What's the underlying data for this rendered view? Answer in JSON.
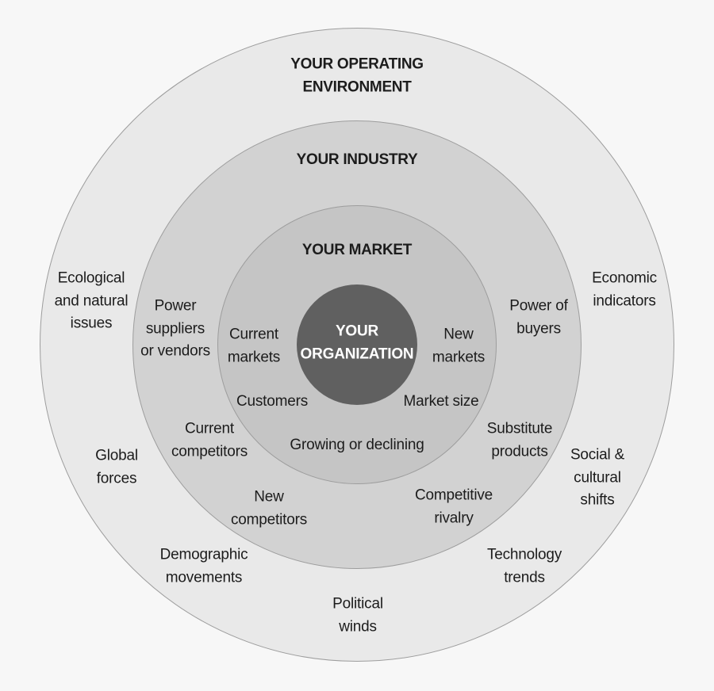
{
  "diagram": {
    "rings": {
      "operating_environment": {
        "title": [
          "YOUR OPERATING",
          "ENVIRONMENT"
        ],
        "color": "#e9e9e9"
      },
      "industry": {
        "title": [
          "YOUR INDUSTRY"
        ],
        "color": "#d2d2d2"
      },
      "market": {
        "title": [
          "YOUR MARKET"
        ],
        "color": "#c5c5c5"
      },
      "organization": {
        "title": [
          "YOUR",
          "ORGANIZATION"
        ],
        "color": "#606060"
      }
    },
    "labels": {
      "ecological_natural_issues": [
        "Ecological",
        "and natural",
        "issues"
      ],
      "power_suppliers_vendors": [
        "Power",
        "suppliers",
        "or vendors"
      ],
      "current_markets": [
        "Current",
        "markets"
      ],
      "customers": [
        "Customers"
      ],
      "new_markets": [
        "New",
        "markets"
      ],
      "market_size": [
        "Market size"
      ],
      "power_of_buyers": [
        "Power of",
        "buyers"
      ],
      "economic_indicators": [
        "Economic",
        "indicators"
      ],
      "growing_or_declining": [
        "Growing or declining"
      ],
      "current_competitors": [
        "Current",
        "competitors"
      ],
      "substitute_products": [
        "Substitute",
        "products"
      ],
      "global_forces": [
        "Global",
        "forces"
      ],
      "social_cultural_shifts": [
        "Social &",
        "cultural",
        "shifts"
      ],
      "new_competitors": [
        "New",
        "competitors"
      ],
      "competitive_rivalry": [
        "Competitive",
        "rivalry"
      ],
      "demographic_movements": [
        "Demographic",
        "movements"
      ],
      "technology_trends": [
        "Technology",
        "trends"
      ],
      "political_winds": [
        "Political",
        "winds"
      ]
    }
  }
}
